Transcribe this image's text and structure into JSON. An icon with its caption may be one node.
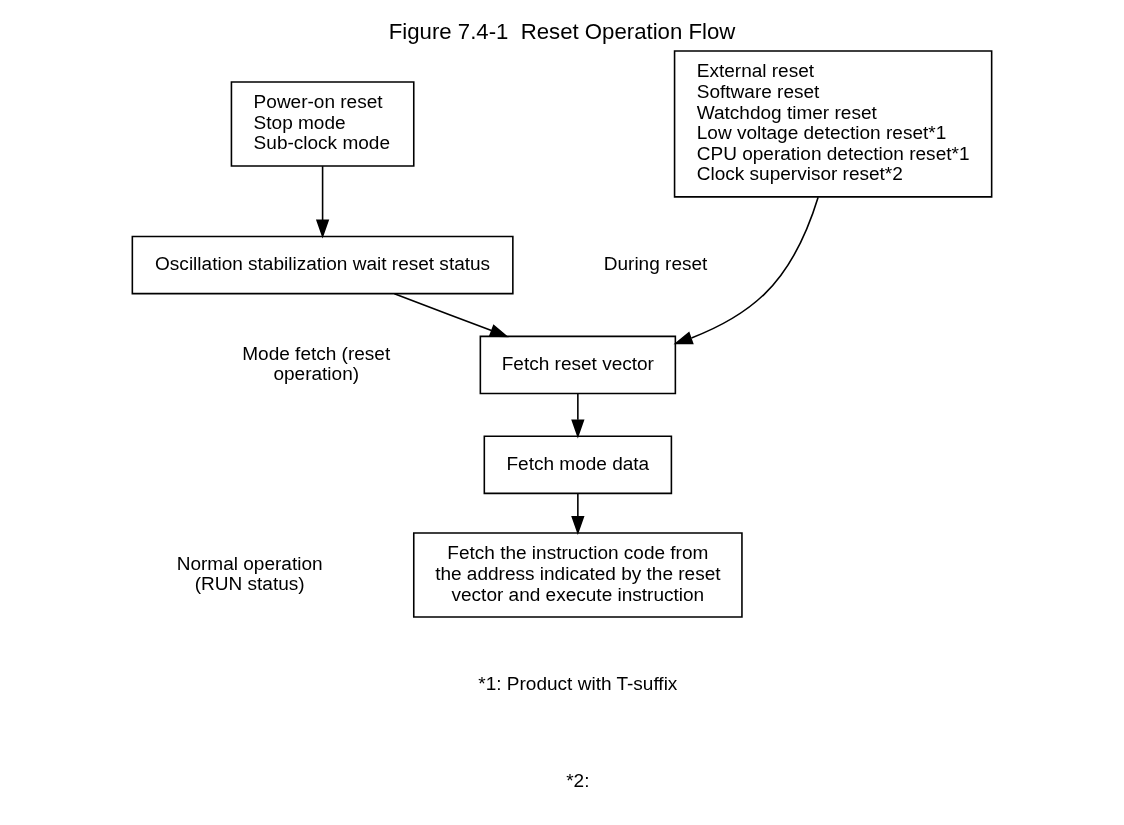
{
  "diagram": {
    "title": "Figure 7.4-1  Reset Operation Flow",
    "nodes": [
      {
        "text": [
          "Power-on reset",
          "Stop mode",
          "Sub-clock mode"
        ]
      },
      {
        "text": [
          "Oscillation stabilization wait reset status"
        ]
      },
      {
        "text": [
          "External reset",
          "Software reset",
          "Watchdog timer reset",
          "Low voltage detection reset*1",
          "CPU operation detection reset*1",
          "Clock supervisor reset*2"
        ]
      },
      {
        "text": [
          "Fetch reset vector"
        ]
      },
      {
        "text": [
          "Fetch mode data"
        ]
      },
      {
        "text": [
          "Fetch the instruction code from the address indicated by the reset vector and execute instruction"
        ]
      }
    ],
    "edges": [
      {
        "from": 0,
        "to": 1,
        "arrow": "to"
      },
      {
        "from": 1,
        "to": 3,
        "arrow": "to"
      },
      {
        "from": 2,
        "to": 3,
        "arrow": "to"
      },
      {
        "from": 3,
        "to": 4,
        "arrow": "to"
      },
      {
        "from": 4,
        "to": 5,
        "arrow": "to"
      }
    ],
    "labels": [
      "During reset",
      "Mode fetch (reset operation)",
      "Normal operation (RUN status)",
      "*1: Product with T-suffix",
      "*2:"
    ]
  }
}
